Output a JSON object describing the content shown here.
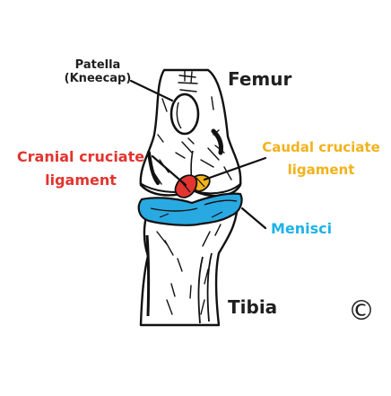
{
  "labels": {
    "patella_line1": "Patella",
    "patella_line2": "(Kneecap)",
    "femur": "Femur",
    "cranial_line1": "Cranial cruciate",
    "cranial_line2": "ligament",
    "caudal_line1": "Caudal cruciate",
    "caudal_line2": "ligament",
    "menisci": "Menisci",
    "tibia": "Tibia",
    "copyright": "©"
  },
  "colors": {
    "outline": "#111111",
    "cranial_ligament": "#e3342f",
    "caudal_ligament": "#f2b21a",
    "menisci": "#29a9e1",
    "menisci_dark": "#1b84b8",
    "patella_label": "#1f1f1f",
    "cranial_label": "#e3342f",
    "caudal_label": "#f2b21a",
    "menisci_label": "#1eb3e6"
  }
}
